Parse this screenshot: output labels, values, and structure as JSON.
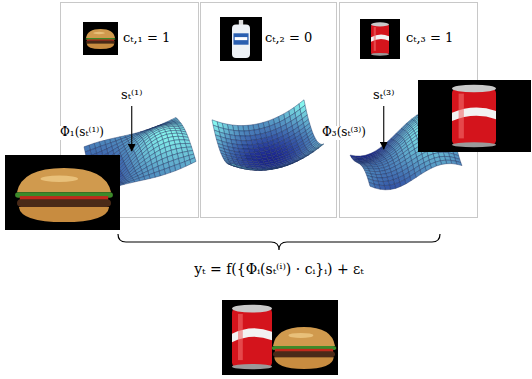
{
  "diagram": {
    "nodes": [
      {
        "text": [
          "cₜ,₁ = 1",
          "sₜ⁽¹⁾",
          "Φ₁(sₜ⁽¹⁾)"
        ]
      },
      {
        "text": [
          "cₜ,₂ = 0"
        ]
      },
      {
        "text": [
          "cₜ,₃ = 1",
          "sₜ⁽³⁾",
          "Φ₃(sₜ⁽³⁾)"
        ]
      }
    ],
    "labels": [
      "yₜ = f({Φᵢ(sₜ⁽ⁱ⁾) · cᵢ}ᵢ) + εₜ"
    ]
  }
}
